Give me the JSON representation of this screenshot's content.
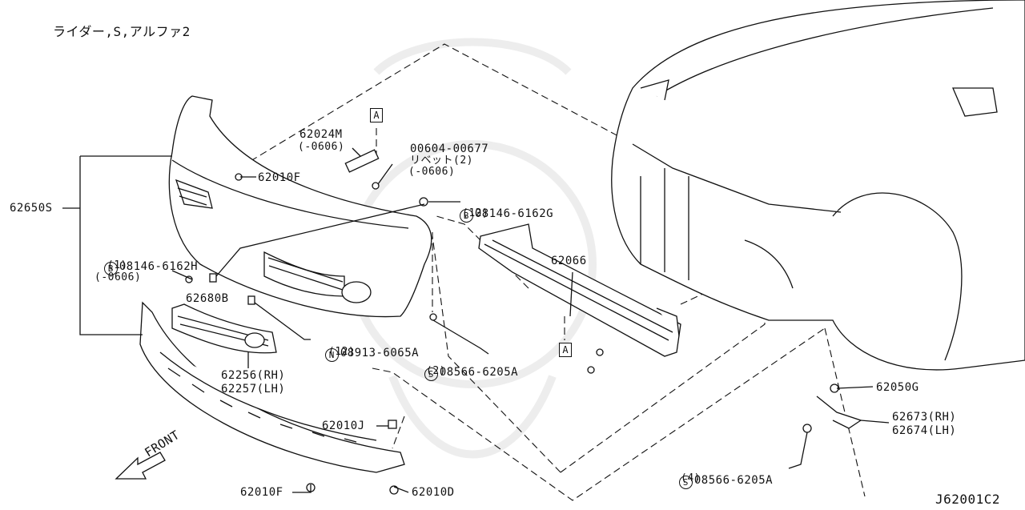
{
  "header": {
    "model_note": "ライダー,S,アルファ2"
  },
  "footer": {
    "diagram_code": "J62001C2"
  },
  "front_label": "FRONT",
  "box_tags": {
    "a_top": "A",
    "a_bottom": "A"
  },
  "labels": {
    "p62650s": "62650S",
    "p62024m": "62024M",
    "p62024m_range": "(-0606)",
    "p62010f_top": "62010F",
    "p00604": "00604-00677",
    "p00604_sub1": "リベット(2)",
    "p00604_sub2": "(-0606)",
    "b08146g_code": "08146-6162G",
    "b08146g_qty": "(12)",
    "b08146h_code": "08146-6162H",
    "b08146h_qty": "(1)",
    "b08146h_range": "(-0606)",
    "p62680b": "62680B",
    "n08913_code": "08913-6065A",
    "n08913_qty": "(12)",
    "s08566_mid_code": "08566-6205A",
    "s08566_mid_qty": "(2)",
    "p62066": "62066",
    "p62256": "62256(RH)",
    "p62257": "62257(LH)",
    "p62010j": "62010J",
    "p62010f_bot": "62010F",
    "p62010d": "62010D",
    "p62050g": "62050G",
    "p62673": "62673(RH)",
    "p62674": "62674(LH)",
    "s08566_bot_code": "08566-6205A",
    "s08566_bot_qty": "(4)"
  },
  "callout_letters": {
    "b": "B",
    "n": "N",
    "s": "S"
  }
}
